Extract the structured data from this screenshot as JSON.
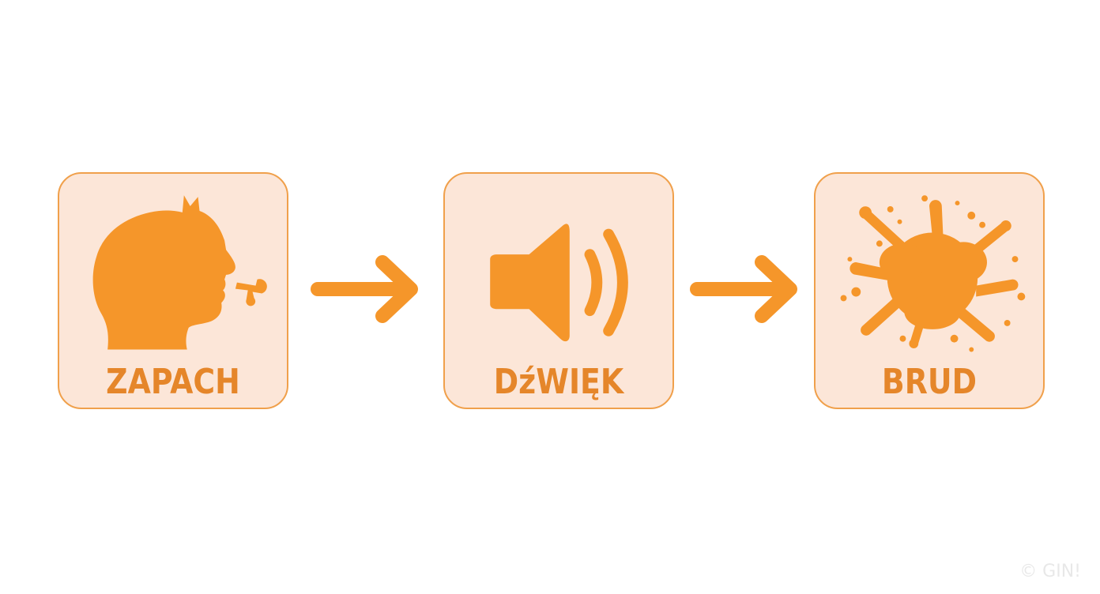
{
  "colors": {
    "accent": "#f5962a",
    "card_fill": "#fce6d8",
    "card_border": "#f0a04b",
    "label": "#e5862a"
  },
  "steps": [
    {
      "label": "ZAPACH",
      "icon": "head-smell-icon"
    },
    {
      "label": "DźWIĘK",
      "icon": "speaker-icon"
    },
    {
      "label": "BRUD",
      "icon": "splat-icon"
    }
  ],
  "arrows": [
    "arrow-right-icon",
    "arrow-right-icon"
  ],
  "watermark": "© GIN!"
}
